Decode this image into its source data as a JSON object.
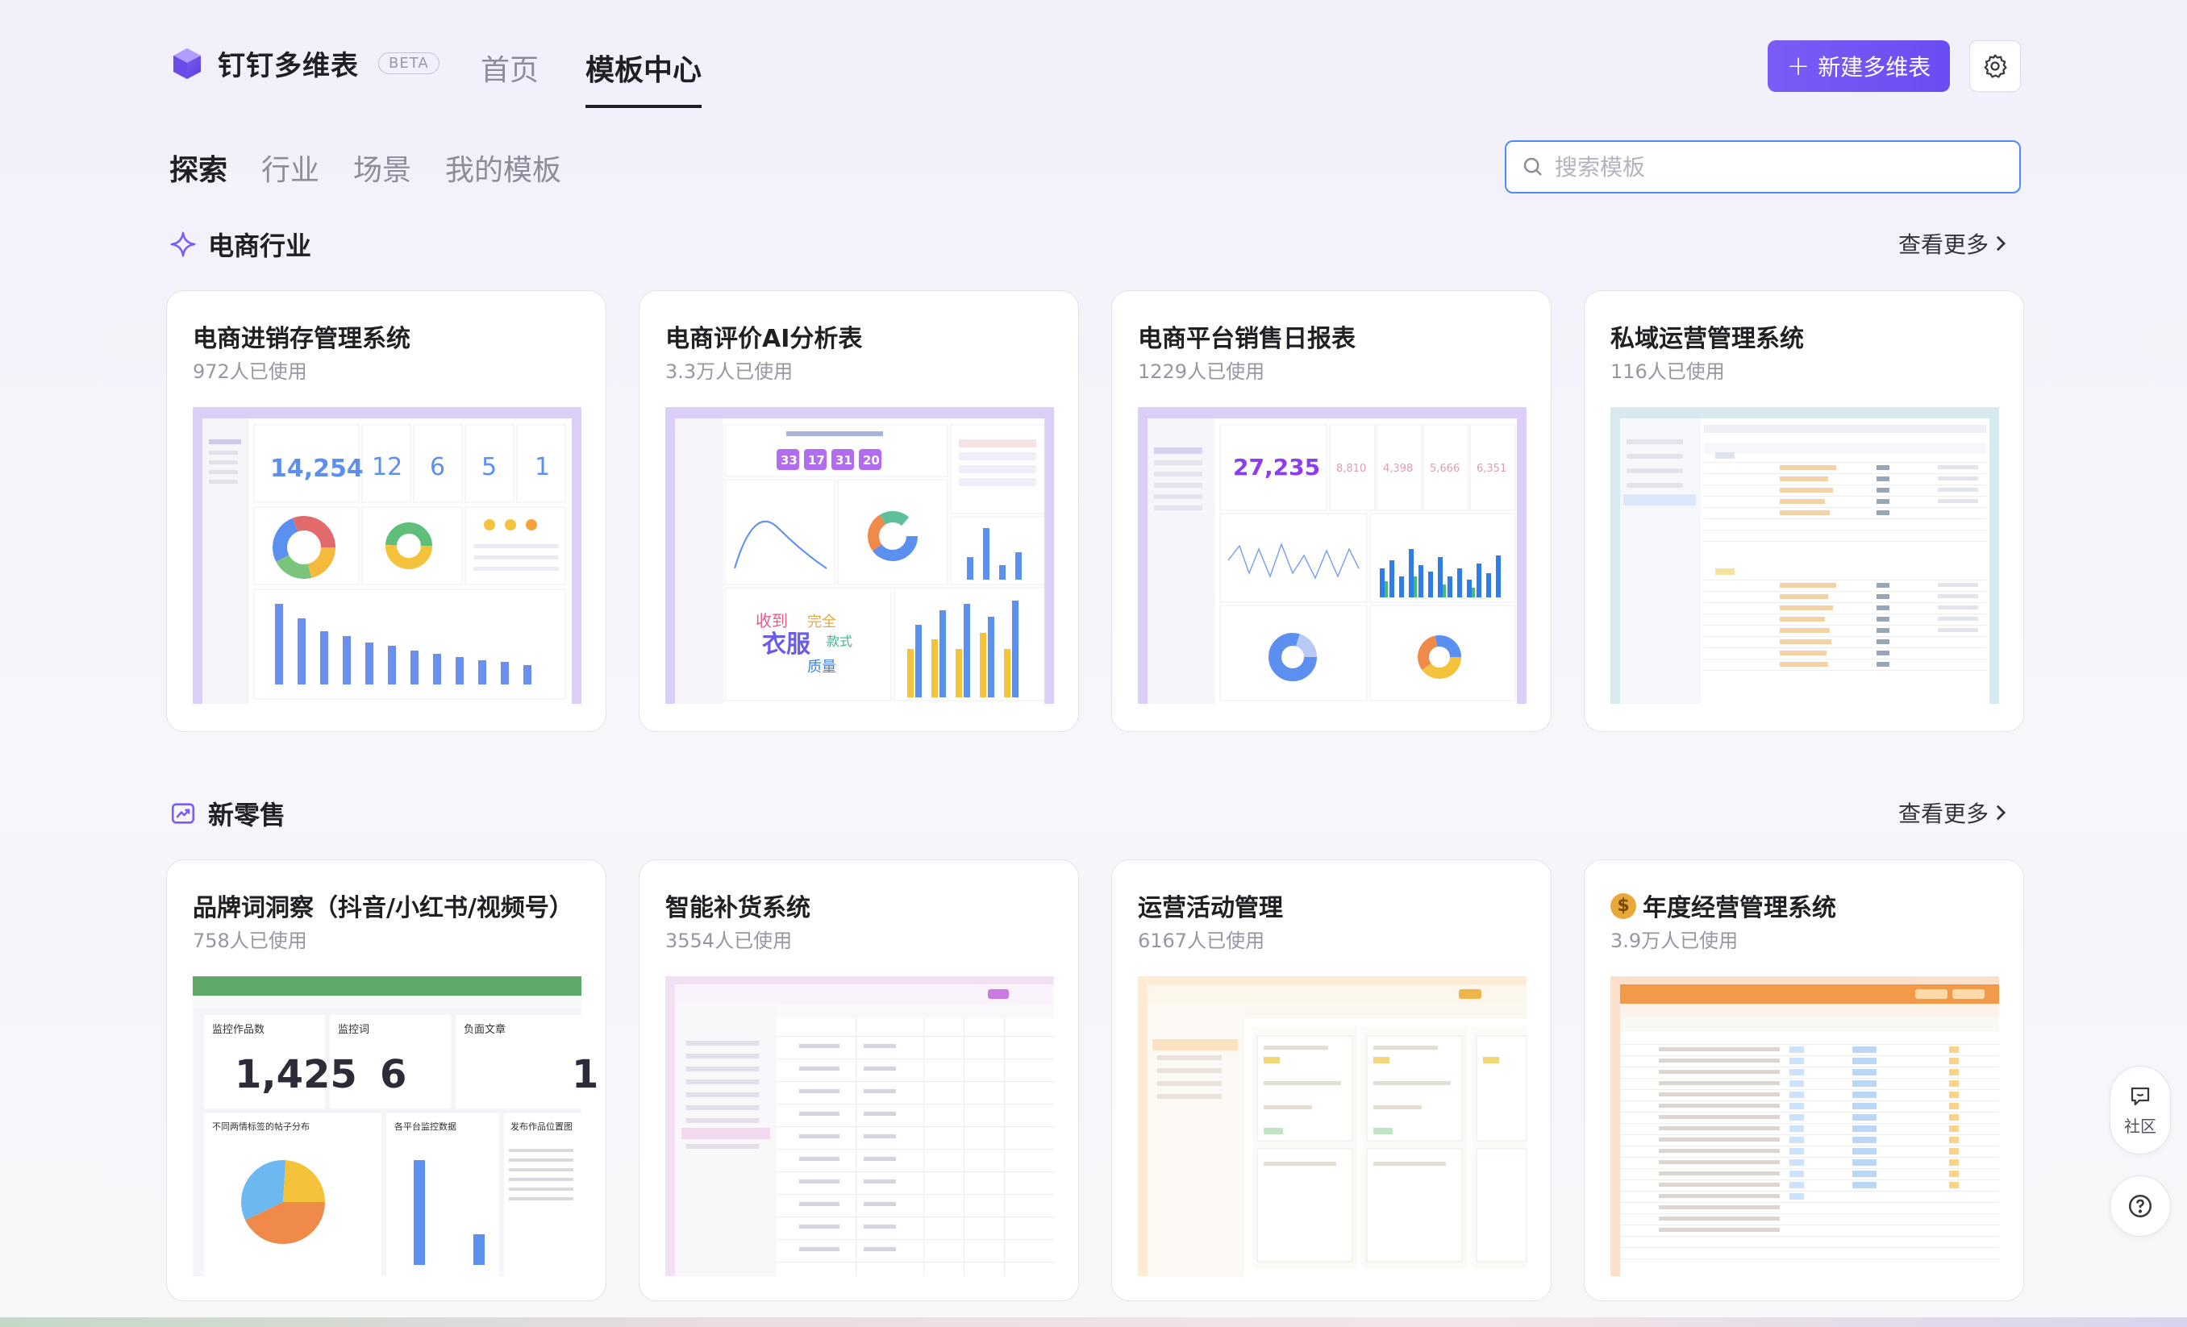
{
  "app": {
    "name": "钉钉多维表",
    "badge": "BETA"
  },
  "nav": {
    "home": "首页",
    "templates": "模板中心"
  },
  "actions": {
    "new_label": "新建多维表"
  },
  "subtabs": [
    "探索",
    "行业",
    "场景",
    "我的模板"
  ],
  "search": {
    "placeholder": "搜索模板"
  },
  "sections": [
    {
      "title": "电商行业",
      "more": "查看更多",
      "cards": [
        {
          "title": "电商进销存管理系统",
          "usage": "972人已使用",
          "numbers": [
            "14,254",
            "12",
            "6",
            "5",
            "1"
          ]
        },
        {
          "title": "电商评价AI分析表",
          "usage": "3.3万人已使用",
          "countdown": [
            "33",
            "17",
            "31",
            "20"
          ],
          "words": [
            "衣服",
            "收到",
            "完全",
            "款式",
            "质量"
          ]
        },
        {
          "title": "电商平台销售日报表",
          "usage": "1229人已使用",
          "numbers": [
            "27,235",
            "8,810",
            "4,398",
            "5,666",
            "6,351"
          ]
        },
        {
          "title": "私域运营管理系统",
          "usage": "116人已使用"
        }
      ]
    },
    {
      "title": "新零售",
      "more": "查看更多",
      "cards": [
        {
          "title": "品牌词洞察（抖音/小红书/视频号）",
          "usage": "758人已使用",
          "stats": [
            {
              "label": "监控作品数",
              "value": "1,425"
            },
            {
              "label": "监控词",
              "value": "6"
            },
            {
              "label": "负面文章",
              "value": "1"
            }
          ],
          "panels": [
            "不同两情标签的帖子分布",
            "各平台监控数据",
            "发布作品位置图"
          ]
        },
        {
          "title": "智能补货系统",
          "usage": "3554人已使用"
        },
        {
          "title": "运营活动管理",
          "usage": "6167人已使用"
        },
        {
          "title": "年度经营管理系统",
          "usage": "3.9万人已使用"
        }
      ]
    }
  ],
  "floating": {
    "community": "社区"
  },
  "colors": {
    "accent": "#6d4ff3",
    "search_border": "#4e8cf5"
  }
}
